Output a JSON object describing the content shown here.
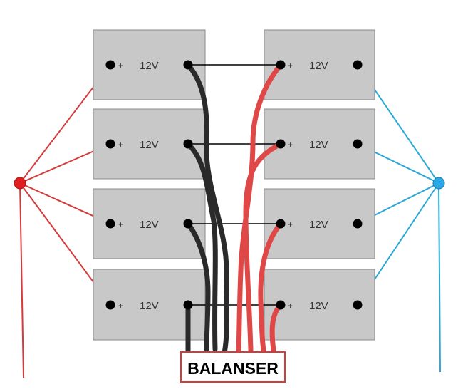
{
  "batteries": {
    "label": "12V",
    "plus_sign": "+",
    "minus_sign": "-",
    "rows": 4,
    "columns": 2
  },
  "balancer": {
    "label": "BALANSER"
  },
  "colors": {
    "positive": "#e04848",
    "negative": "#2aa8d6",
    "balance_black": "#2a2a2a",
    "battery_fill": "#c8c8c8"
  }
}
